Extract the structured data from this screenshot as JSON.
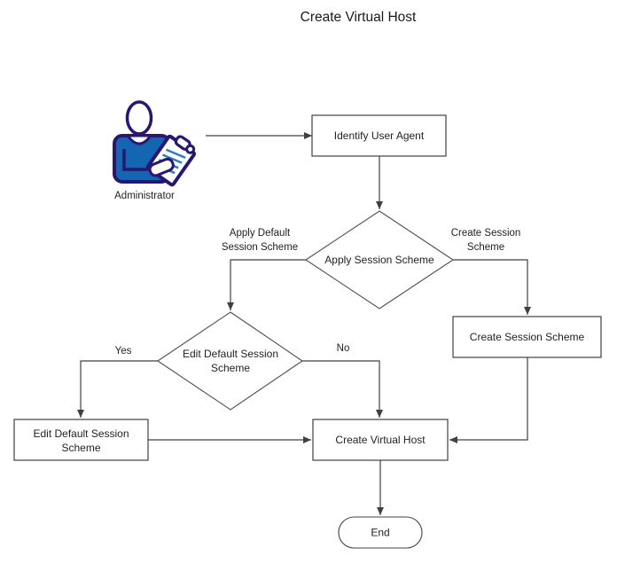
{
  "title": "Create Virtual Host",
  "actor": {
    "label": "Administrator"
  },
  "nodes": {
    "identify_user_agent": {
      "label": "Identify User Agent"
    },
    "apply_session_scheme": {
      "label": "Apply Session Scheme"
    },
    "edit_default_decision": {
      "line1": "Edit Default Session",
      "line2": "Scheme"
    },
    "create_session_scheme": {
      "label": "Create Session Scheme"
    },
    "edit_default_process": {
      "line1": "Edit Default Session",
      "line2": "Scheme"
    },
    "create_virtual_host": {
      "label": "Create Virtual Host"
    },
    "end_node": {
      "label": "End"
    }
  },
  "edge_labels": {
    "apply_default": {
      "line1": "Apply Default",
      "line2": "Session Scheme"
    },
    "create_session": {
      "line1": "Create Session",
      "line2": "Scheme"
    },
    "yes": "Yes",
    "no": "No"
  },
  "colors": {
    "line": "#404040",
    "text": "#1f1f1f",
    "icon_outline": "#28166f",
    "icon_fill": "#1466b2",
    "icon_stripe": "#2d7dc3",
    "background": "#ffffff"
  }
}
